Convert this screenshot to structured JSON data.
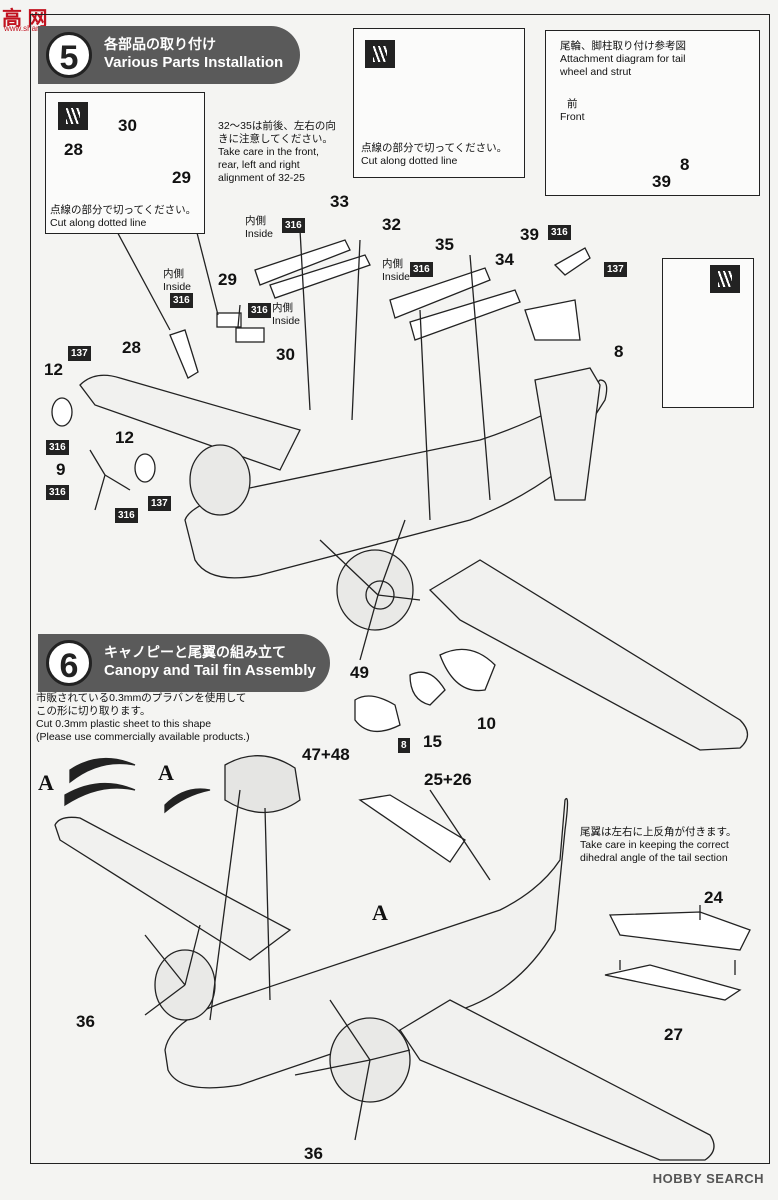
{
  "site_logo": "高 网",
  "site_logo_sub": "www.shan...",
  "step5": {
    "number": "5",
    "title_jp": "各部品の取り付け",
    "title_en": "Various Parts Installation"
  },
  "step6": {
    "number": "6",
    "title_jp": "キャノピーと尾翼の組み立て",
    "title_en": "Canopy and Tail fin Assembly"
  },
  "notes": {
    "cut_dotted_jp": "点線の部分で切ってください。",
    "cut_dotted_en": "Cut along dotted line",
    "alignment_jp": "32～35は前後、左右の向",
    "alignment_jp2": "きに注意してください。",
    "alignment_en1": "Take care in the front,",
    "alignment_en2": "rear, left and right",
    "alignment_en3": "alignment of 32-25",
    "tail_attach_jp": "尾輪、脚柱取り付け参考図",
    "tail_attach_en1": "Attachment diagram for tail",
    "tail_attach_en2": "wheel and strut",
    "front_jp": "前",
    "front_en": "Front",
    "inside_jp": "内側",
    "inside_en": "Inside",
    "plastic_jp1": "市販されている0.3mmのプラバンを使用して",
    "plastic_jp2": "この形に切り取ります。",
    "plastic_en1": "Cut 0.3mm plastic sheet to this shape",
    "plastic_en2": "(Please use commercially available products.)",
    "dihedral_jp": "尾翼は左右に上反角が付きます。",
    "dihedral_en1": "Take care in keeping the correct",
    "dihedral_en2": "dihedral angle of the tail section"
  },
  "parts": {
    "p28": "28",
    "p29": "29",
    "p30": "30",
    "p32": "32",
    "p33": "33",
    "p34": "34",
    "p35": "35",
    "p8": "8",
    "p39": "39",
    "p12": "12",
    "p9": "9",
    "p49": "49",
    "p15": "15",
    "p10": "10",
    "p47_48": "47+48",
    "p25_26": "25+26",
    "p24": "24",
    "p27": "27",
    "p36": "36",
    "pA": "A"
  },
  "codes": {
    "c316": "316",
    "c137": "137",
    "c8": "8"
  },
  "watermark": "HOBBY SEARCH"
}
